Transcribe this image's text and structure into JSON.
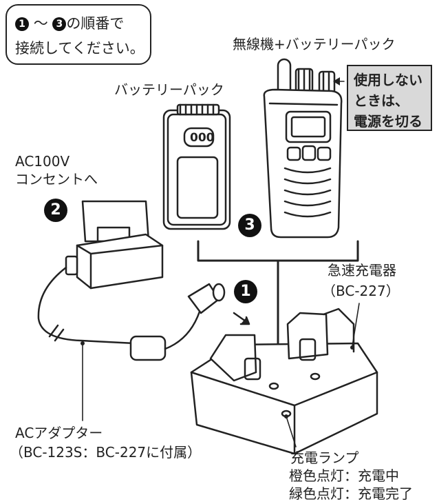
{
  "steps_note": {
    "badge_start": "1",
    "tilde": "～",
    "badge_end": "3",
    "line1_suffix": "の順番で",
    "line2": "接続してください。"
  },
  "labels": {
    "radio_battery": "無線機+バッテリーパック",
    "battery_pack": "バッテリーパック",
    "ac_outlet_line1": "AC100V",
    "ac_outlet_line2": "コンセントへ",
    "charger_line1": "急速充電器",
    "charger_line2": "（BC-227）",
    "adapter_line1": "ACアダプター",
    "adapter_line2": "（BC-123S：BC-227に付属）",
    "lamp_line1": "充電ランプ",
    "lamp_line2": "橙色点灯：充電中",
    "lamp_line3": "緑色点灯：充電完了"
  },
  "warning": {
    "line1": "使用しない",
    "line2": "ときは、",
    "line3": "電源を切る"
  },
  "badges": {
    "step1": "1",
    "step2": "2",
    "step3": "3"
  },
  "battery_logo": "000"
}
